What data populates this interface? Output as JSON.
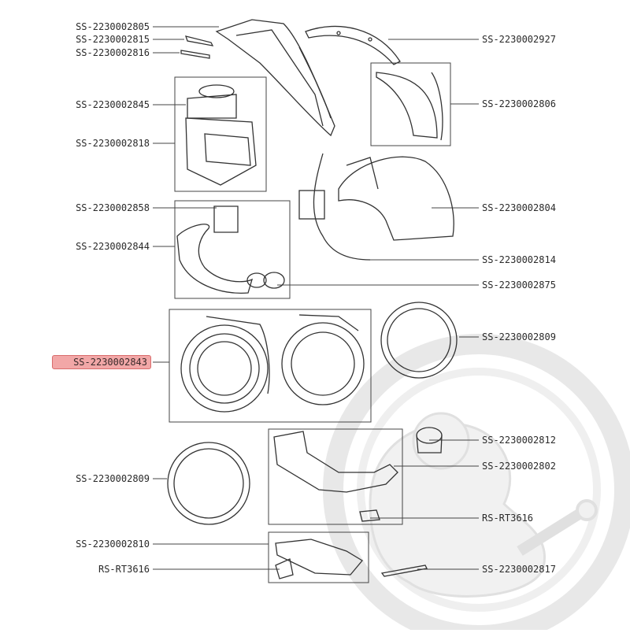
{
  "labels_left": [
    {
      "id": "ss-2230002805",
      "text": "SS-2230002805"
    },
    {
      "id": "ss-2230002815",
      "text": "SS-2230002815"
    },
    {
      "id": "ss-2230002816",
      "text": "SS-2230002816"
    },
    {
      "id": "ss-2230002845",
      "text": "SS-2230002845"
    },
    {
      "id": "ss-2230002818",
      "text": "SS-2230002818"
    },
    {
      "id": "ss-2230002858",
      "text": "SS-2230002858"
    },
    {
      "id": "ss-2230002844",
      "text": "SS-2230002844"
    },
    {
      "id": "ss-2230002843",
      "text": "SS-2230002843",
      "highlighted": true
    },
    {
      "id": "ss-2230002809-left",
      "text": "SS-2230002809"
    },
    {
      "id": "ss-2230002810",
      "text": "SS-2230002810"
    },
    {
      "id": "rs-rt3616-left",
      "text": "RS-RT3616"
    }
  ],
  "labels_right": [
    {
      "id": "ss-2230002927",
      "text": "SS-2230002927"
    },
    {
      "id": "ss-2230002806",
      "text": "SS-2230002806"
    },
    {
      "id": "ss-2230002804",
      "text": "SS-2230002804"
    },
    {
      "id": "ss-2230002814",
      "text": "SS-2230002814"
    },
    {
      "id": "ss-2230002875",
      "text": "SS-2230002875"
    },
    {
      "id": "ss-2230002809-right",
      "text": "SS-2230002809"
    },
    {
      "id": "ss-2230002812",
      "text": "SS-2230002812"
    },
    {
      "id": "ss-2230002802",
      "text": "SS-2230002802"
    },
    {
      "id": "rs-rt3616-right",
      "text": "RS-RT3616"
    },
    {
      "id": "ss-2230002817",
      "text": "SS-2230002817"
    }
  ],
  "colors": {
    "highlight_fill": "#f2a7a7",
    "line": "#444444",
    "watermark": "#e6e6e6"
  }
}
